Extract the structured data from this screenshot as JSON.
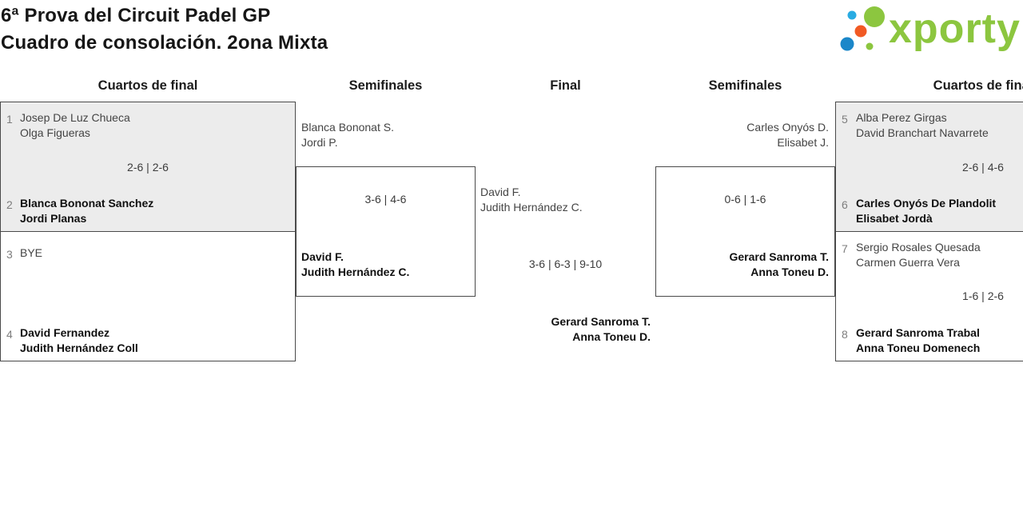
{
  "page": {
    "title": "6ª Prova del Circuit Padel GP",
    "subtitle": "Cuadro de consolación. 2ona Mixta"
  },
  "logo": {
    "wordmark": "xporty",
    "icon": "xporty-dots-icon"
  },
  "colors": {
    "logo_green": "#8CC63F",
    "logo_blue": "#29ABE2",
    "logo_blue_dark": "#1B87C9",
    "logo_orange": "#F15A24",
    "box_gray": "#ECECEC",
    "box_border": "#4A4A4A",
    "winner_text": "#101010",
    "player_text": "#444444",
    "seed_text": "#7D7D7D"
  },
  "round_headers": {
    "quarterfinals_left": "Cuartos de final",
    "semifinals_left": "Semifinales",
    "final": "Final",
    "semifinals_right": "Semifinales",
    "quarterfinals_right": "Cuartos de final"
  },
  "bracket": {
    "quarterfinals_left": [
      {
        "top": {
          "seed": "1",
          "players": [
            "Josep De Luz Chueca",
            "Olga Figueras"
          ]
        },
        "score": "2-6 | 2-6",
        "bottom": {
          "seed": "2",
          "players": [
            "Blanca Bononat Sanchez",
            "Jordi Planas"
          ]
        }
      },
      {
        "top": {
          "seed": "3",
          "players": [
            "BYE"
          ]
        },
        "score": "",
        "bottom": {
          "seed": "4",
          "players": [
            "David Fernandez",
            "Judith Hernández Coll"
          ]
        }
      }
    ],
    "semifinal_left": {
      "top": {
        "players": [
          "Blanca Bononat S.",
          "Jordi P."
        ]
      },
      "score": "3-6 | 4-6",
      "bottom": {
        "players": [
          "David F.",
          "Judith Hernández C."
        ]
      }
    },
    "final": {
      "top": {
        "players": [
          "David F.",
          "Judith Hernández C."
        ]
      },
      "score": "3-6 | 6-3 | 9-10",
      "bottom": {
        "players": [
          "Gerard Sanroma T.",
          "Anna Toneu D."
        ]
      }
    },
    "semifinal_right": {
      "top": {
        "players": [
          "Carles Onyós D.",
          "Elisabet J."
        ]
      },
      "score": "0-6 | 1-6",
      "bottom": {
        "players": [
          "Gerard Sanroma T.",
          "Anna Toneu D."
        ]
      }
    },
    "quarterfinals_right": [
      {
        "top": {
          "seed": "5",
          "players": [
            "Alba Perez Girgas",
            "David Branchart Navarrete"
          ]
        },
        "score": "2-6 | 4-6",
        "bottom": {
          "seed": "6",
          "players": [
            "Carles Onyós De Plandolit",
            "Elisabet Jordà"
          ]
        }
      },
      {
        "top": {
          "seed": "7",
          "players": [
            "Sergio Rosales Quesada",
            "Carmen Guerra Vera"
          ]
        },
        "score": "1-6 | 2-6",
        "bottom": {
          "seed": "8",
          "players": [
            "Gerard Sanroma Trabal",
            "Anna Toneu Domenech"
          ]
        }
      }
    ]
  }
}
